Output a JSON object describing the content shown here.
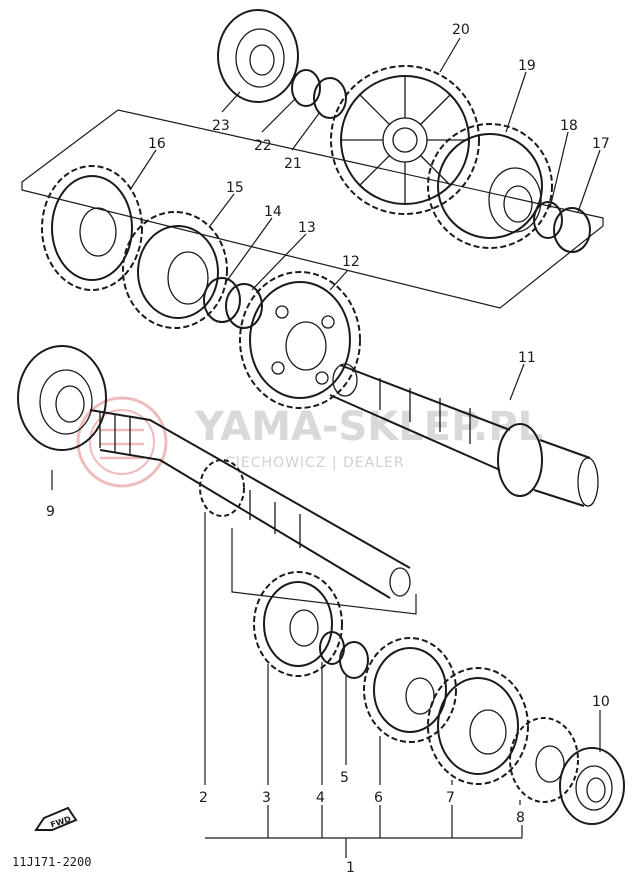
{
  "watermark": {
    "brand": "YAMA-SKLEP.PL",
    "subtitle": "CIECHOWICZ | DEALER",
    "logo_color": "#e8a0a0"
  },
  "drawing_number": "11J171-2200",
  "fwd_badge": "FWD",
  "callouts": [
    "1",
    "2",
    "3",
    "4",
    "5",
    "6",
    "7",
    "8",
    "9",
    "10",
    "11",
    "12",
    "13",
    "14",
    "15",
    "16",
    "17",
    "18",
    "19",
    "20",
    "21",
    "22",
    "23"
  ]
}
